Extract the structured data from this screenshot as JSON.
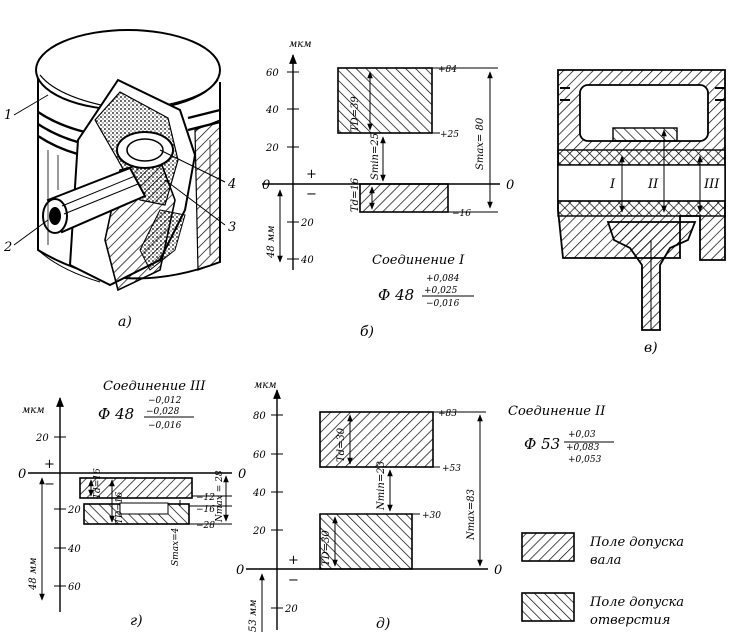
{
  "axis_units": {
    "mkm": "мкм",
    "mm48": "48 мм",
    "mm53": "53 мм"
  },
  "zero": "0",
  "plus": "+",
  "minus": "−",
  "captions": {
    "a": "а)",
    "b": "б)",
    "v": "в)",
    "g": "г)",
    "d": "д)"
  },
  "piston_parts": [
    "1",
    "2",
    "3",
    "4"
  ],
  "section_labels": {
    "one": "I",
    "two": "II",
    "three": "III"
  },
  "scale_b": [
    "60",
    "40",
    "20",
    "20",
    "40"
  ],
  "scale_g": [
    "20",
    "20",
    "40",
    "60"
  ],
  "scale_d": [
    "80",
    "60",
    "40",
    "20",
    "20"
  ],
  "joint_1": {
    "title": "Соединение I",
    "nominal": "Φ 48",
    "dev_top": "+0,084",
    "dev_mid": "+0,025",
    "dev_bot": "−0,016",
    "marks": [
      "+84",
      "+25",
      "−16"
    ],
    "td_hole": "TD=39",
    "td_shaft": "Td=16",
    "s_min": "Smin=25",
    "s_max": "Smax= 80"
  },
  "joint_3": {
    "title": "Соединение III",
    "nominal": "Φ 48",
    "dev_top": "−0,012",
    "dev_mid": "−0,028",
    "dev_bot": "−0,016",
    "marks": [
      "−12",
      "−16",
      "−28"
    ],
    "td_shaft": "Td=16",
    "td_hole": "TD=16",
    "n_max": "Nmax = 28",
    "s_max": "Smax=4"
  },
  "joint_2": {
    "title": "Соединение II",
    "nominal": "Φ 53",
    "dev_top": "+0,03",
    "dev_mid": "+0,083",
    "dev_bot": "+0,053",
    "marks": [
      "+83",
      "+53",
      "+30"
    ],
    "td_shaft": "Td=30",
    "td_hole": "TD=30",
    "n_min": "Nmin=23",
    "n_max": "Nmax=83"
  },
  "legend": {
    "shaft_line1": "Поле допуска",
    "shaft_line2": "вала",
    "hole_line1": "Поле допуска",
    "hole_line2": "отверстия"
  }
}
